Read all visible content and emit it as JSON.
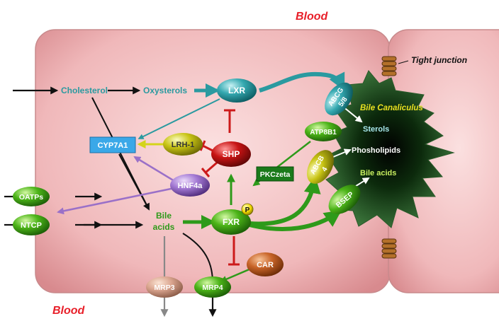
{
  "labels": {
    "blood_top": "Blood",
    "blood_bottom": "Blood",
    "tight_junction": "Tight junction",
    "bile_canaliculus": "Bile Canaliculus"
  },
  "nodes": {
    "cholesterol": "Cholesterol",
    "oxysterols": "Oxysterols",
    "lxr": "LXR",
    "abcg58_line1": "ABCG",
    "abcg58_line2": "5/8",
    "sterols": "Sterols",
    "cyp7a1": "CYP7A1",
    "lrh1": "LRH-1",
    "shp": "SHP",
    "atp8b1": "ATP8B1",
    "phospholipids": "Phosholipids",
    "pkczeta": "PKCzeta",
    "abcb4_line1": "ABCB",
    "abcb4_line2": "4",
    "bile_acids_canal": "Bile acids",
    "hnf4a": "HNF4a",
    "oatps": "OATPs",
    "ntcp": "NTCP",
    "bile_acids_line1": "Bile",
    "bile_acids_line2": "acids",
    "fxr": "FXR",
    "phospho": "P",
    "bsep": "BSEP",
    "car": "CAR",
    "mrp3": "MRP3",
    "mrp4": "MRP4"
  },
  "colors": {
    "blood_text": "#e8202a",
    "cell_fill": "#e9a3a6",
    "teal": "#2a9aa0",
    "green": "#2e9a1a",
    "red": "#cc1a1a",
    "purple": "#9a70c8",
    "yellow": "#d4d41a"
  }
}
